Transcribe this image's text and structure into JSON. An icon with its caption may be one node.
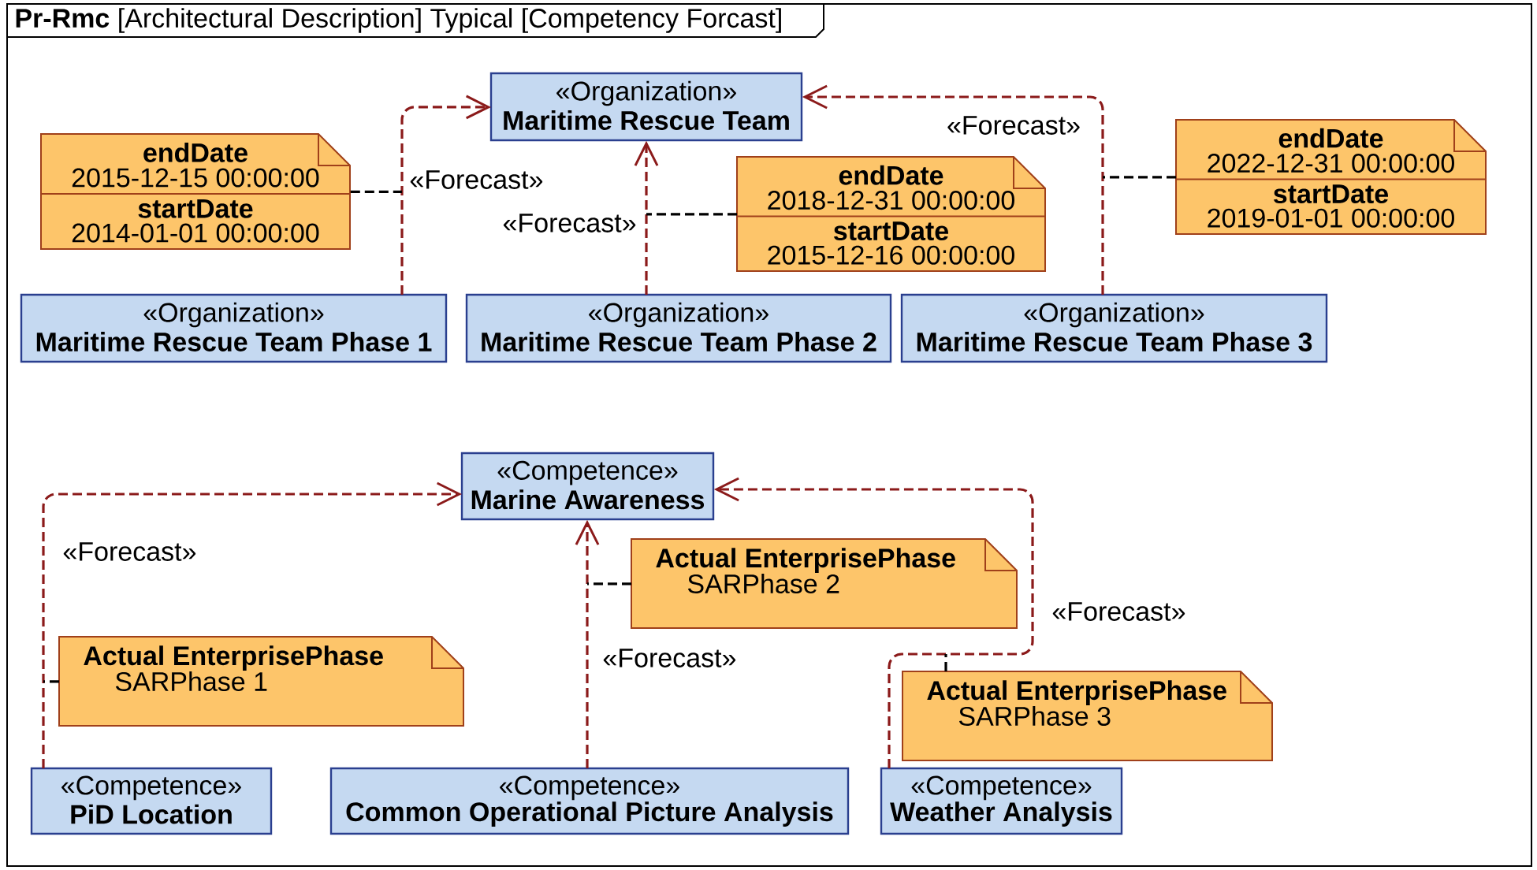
{
  "diagram": {
    "title": "**Pr-Rmc** [Architectural Description] Typical [Competency Forcast]",
    "nodes": [
      {
        "text": [
          "«Organization»",
          "Maritime Rescue Team"
        ]
      },
      {
        "text": [
          "endDate",
          "2015-12-15 00:00:00",
          "startDate",
          "2014-01-01 00:00:00"
        ]
      },
      {
        "text": [
          "endDate",
          "2018-12-31 00:00:00",
          "startDate",
          "2015-12-16 00:00:00"
        ]
      },
      {
        "text": [
          "endDate",
          "2022-12-31 00:00:00",
          "startDate",
          "2019-01-01 00:00:00"
        ]
      },
      {
        "text": [
          "«Organization»",
          "Maritime Rescue Team Phase 1"
        ]
      },
      {
        "text": [
          "«Organization»",
          "Maritime Rescue Team Phase 2"
        ]
      },
      {
        "text": [
          "«Organization»",
          "Maritime Rescue Team Phase 3"
        ]
      },
      {
        "text": [
          "«Competence»",
          "Marine Awareness"
        ]
      },
      {
        "text": [
          "Actual EnterprisePhase",
          "SARPhase 2"
        ]
      },
      {
        "text": [
          "Actual EnterprisePhase",
          "SARPhase 1"
        ]
      },
      {
        "text": [
          "Actual EnterprisePhase",
          "SARPhase 3"
        ]
      },
      {
        "text": [
          "«Competence»",
          "PiD Location"
        ]
      },
      {
        "text": [
          "«Competence»",
          "Common Operational Picture Analysis"
        ]
      },
      {
        "text": [
          "«Competence»",
          "Weather Analysis"
        ]
      }
    ],
    "edges": [
      {
        "from": 4,
        "to": 0,
        "arrow": "to",
        "label": "«Forecast»",
        "style": "dashed",
        "color": "#8b1a1a"
      },
      {
        "from": 5,
        "to": 0,
        "arrow": "to",
        "label": "«Forecast»",
        "style": "dashed",
        "color": "#8b1a1a"
      },
      {
        "from": 6,
        "to": 0,
        "arrow": "to",
        "label": "«Forecast»",
        "style": "dashed",
        "color": "#8b1a1a"
      },
      {
        "from": 11,
        "to": 7,
        "arrow": "to",
        "label": "«Forecast»",
        "style": "dashed",
        "color": "#8b1a1a"
      },
      {
        "from": 12,
        "to": 7,
        "arrow": "to",
        "label": "«Forecast»",
        "style": "dashed",
        "color": "#8b1a1a"
      },
      {
        "from": 13,
        "to": 7,
        "arrow": "to",
        "label": "«Forecast»",
        "style": "dashed",
        "color": "#8b1a1a"
      },
      {
        "from": 1,
        "to": null,
        "arrow": "none",
        "style": "dashed",
        "color": "#000000"
      },
      {
        "from": 2,
        "to": null,
        "arrow": "none",
        "style": "dashed",
        "color": "#000000"
      },
      {
        "from": 3,
        "to": null,
        "arrow": "none",
        "style": "dashed",
        "color": "#000000"
      },
      {
        "from": 8,
        "to": null,
        "arrow": "none",
        "style": "dashed",
        "color": "#000000"
      },
      {
        "from": 9,
        "to": null,
        "arrow": "none",
        "style": "dashed",
        "color": "#000000"
      },
      {
        "from": 10,
        "to": null,
        "arrow": "none",
        "style": "dashed",
        "color": "#000000"
      }
    ]
  }
}
